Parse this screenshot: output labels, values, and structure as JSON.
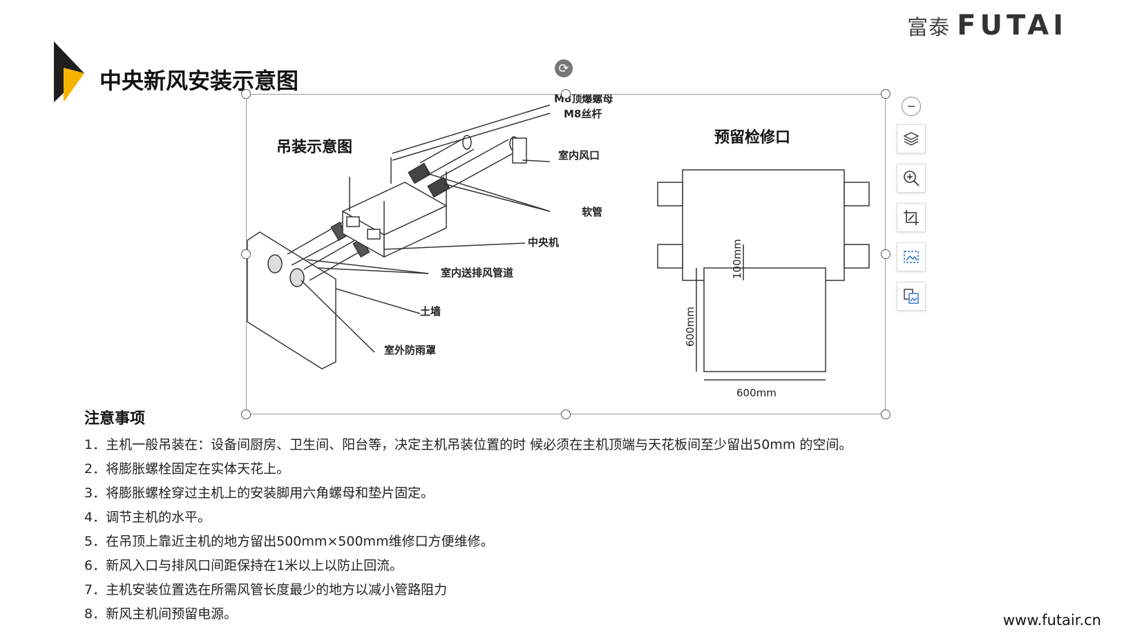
{
  "brand": {
    "cn": "富泰",
    "en": "FUTAI"
  },
  "slide_title": "中央新风安装示意图",
  "figure": {
    "left_title": "吊装示意图",
    "right_title": "预留检修口",
    "labels": {
      "m8_nut": "M8顶爆螺母",
      "m8_rod": "M8丝杆",
      "indoor_vent": "室内风口",
      "hose": "软管",
      "central_unit": "中央机",
      "duct": "室内送排风管道",
      "wall": "土墙",
      "rain_cover": "室外防雨罩"
    },
    "dims": {
      "d100": "100mm",
      "d600v": "600mm",
      "d600h": "600mm"
    }
  },
  "notes": {
    "title": "注意事项",
    "items": [
      "1．主机一般吊装在：设备间厨房、卫生间、阳台等，决定主机吊装位置的时 候必须在主机顶端与天花板间至少留出50mm 的空间。",
      "2．将膨胀螺栓固定在实体天花上。",
      "3．将膨胀螺栓穿过主机上的安装脚用六角螺母和垫片固定。",
      "4．调节主机的水平。",
      "5．在吊顶上靠近主机的地方留出500mm×500mm维修口方便维修。",
      "6．新风入口与排风口间距保持在1米以上以防止回流。",
      "7．主机安装位置选在所需风管长度最少的地方以减小管路阻力",
      "8．新风主机间预留电源。"
    ]
  },
  "toolbar": {
    "items": [
      "minus-icon",
      "layers-icon",
      "zoom-in-icon",
      "crop-icon",
      "image-edit-icon",
      "replace-image-icon"
    ]
  },
  "website": "www.futair.cn",
  "colors": {
    "accent_yellow": "#f6b400",
    "dark": "#222222"
  }
}
